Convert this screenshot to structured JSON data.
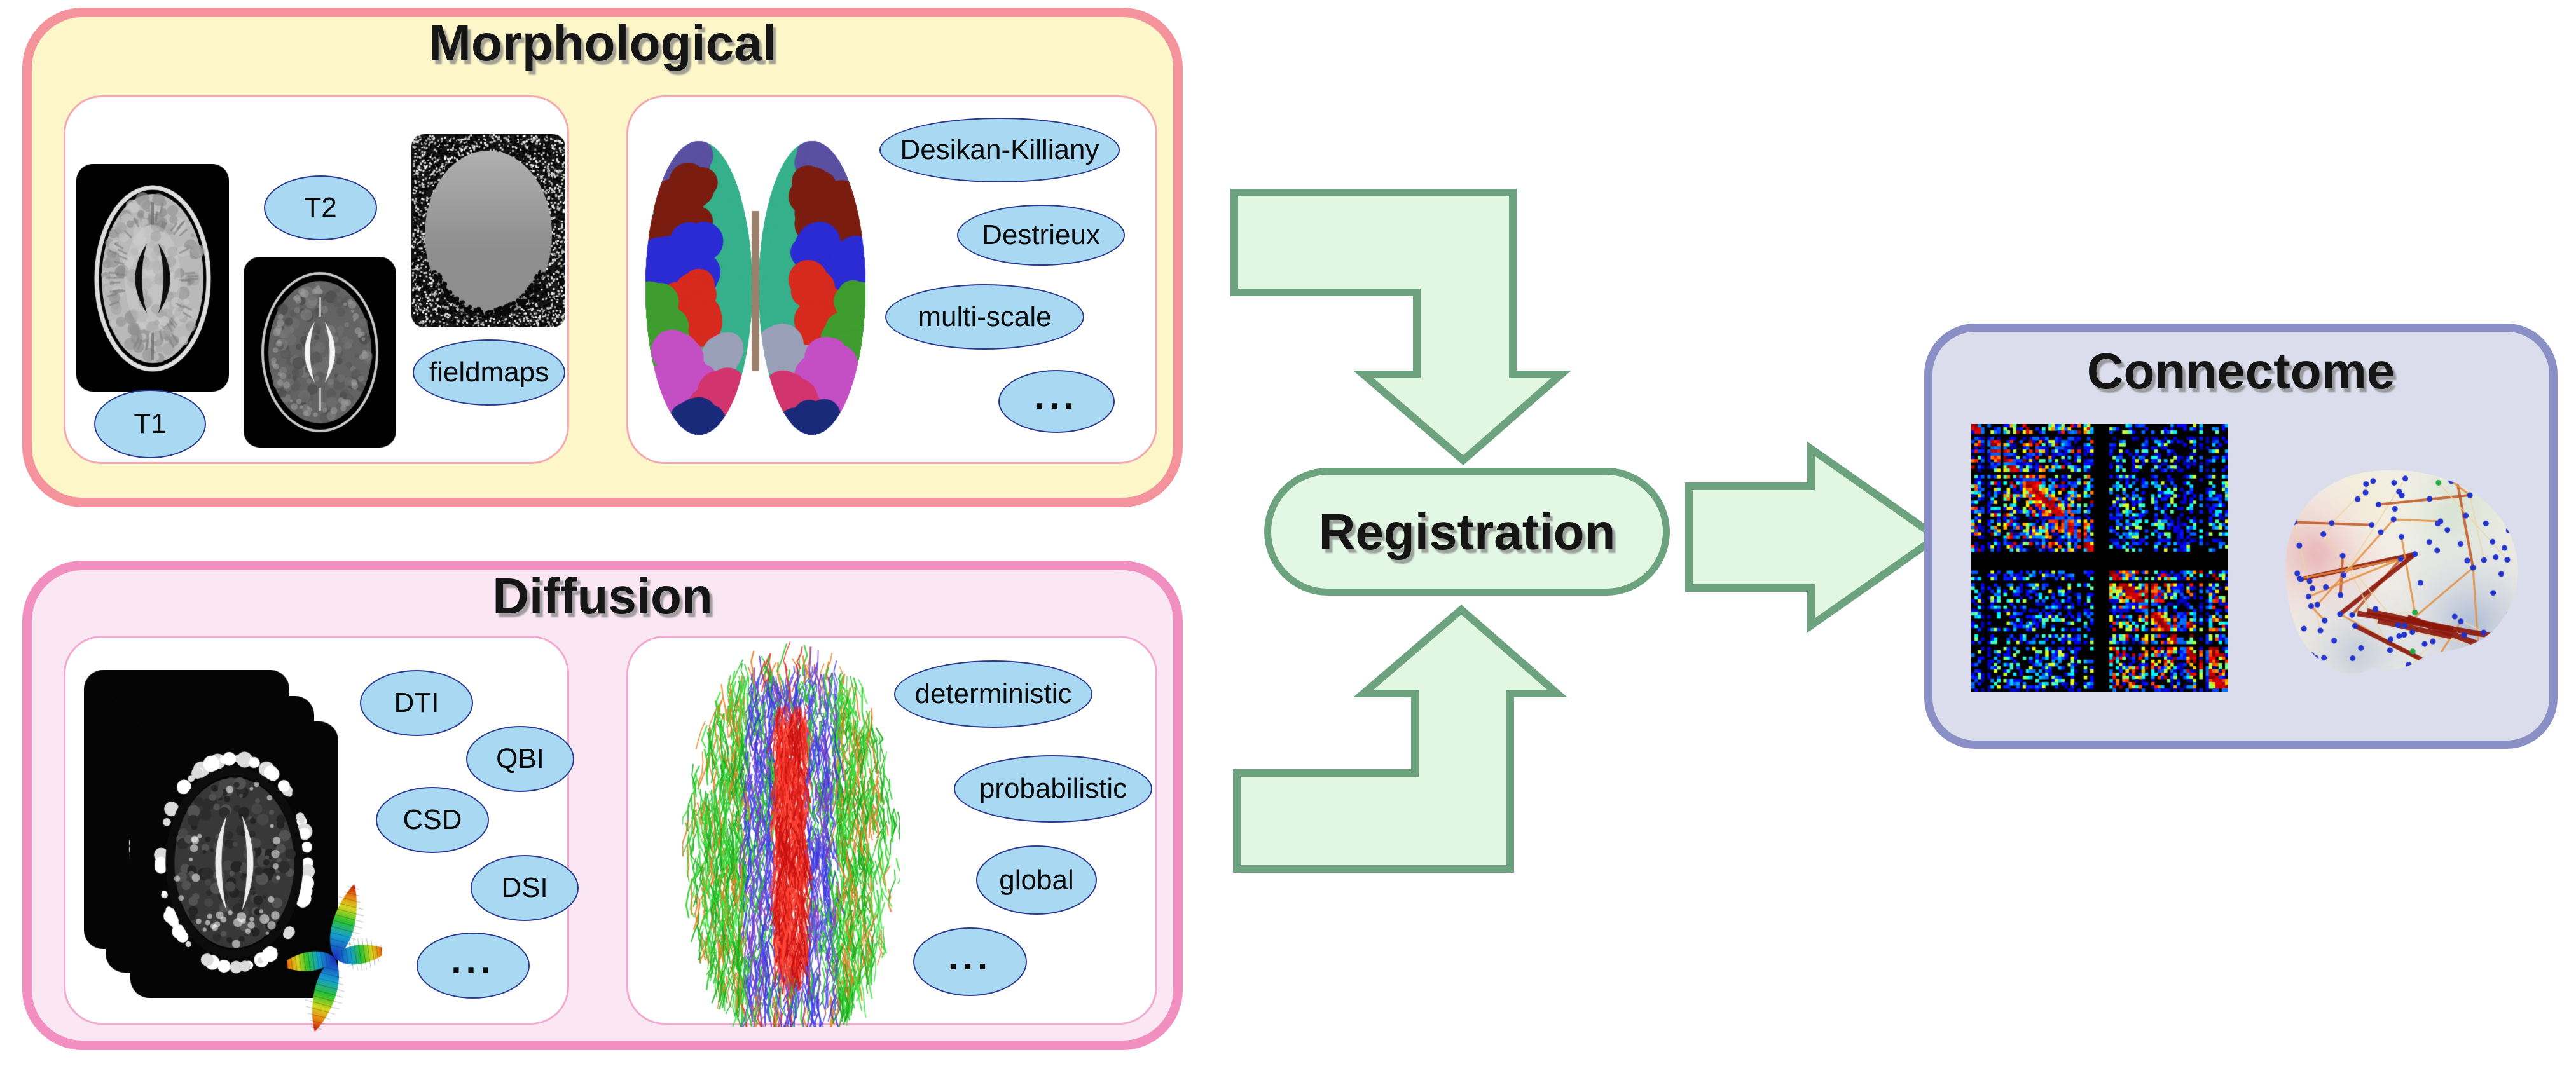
{
  "palette": {
    "morphological_border": "#F5939C",
    "morphological_fill": "#FCF6C8",
    "diffusion_border": "#F08FC0",
    "diffusion_fill": "#FAE7F3",
    "connectome_border": "#8A90C6",
    "connectome_fill": "#DCDDEC",
    "arrow_fill": "#E1F7E2",
    "arrow_border": "#6DA27E",
    "label_ellipse_fill": "#A9D9F2",
    "label_ellipse_border": "#2B3A8F",
    "panel_fill": "#FFFFFF"
  },
  "morphological": {
    "title": "Morphological",
    "scan_labels": {
      "t1": "T1",
      "t2": "T2",
      "fieldmaps": "fieldmaps"
    },
    "parcellation_labels": [
      "Desikan-Killiany",
      "Destrieux",
      "multi-scale",
      "..."
    ]
  },
  "diffusion": {
    "title": "Diffusion",
    "model_labels": [
      "DTI",
      "QBI",
      "CSD",
      "DSI",
      "..."
    ],
    "tractography_labels": [
      "deterministic",
      "probabilistic",
      "global",
      "..."
    ]
  },
  "registration": {
    "label": "Registration"
  },
  "connectome": {
    "title": "Connectome"
  }
}
